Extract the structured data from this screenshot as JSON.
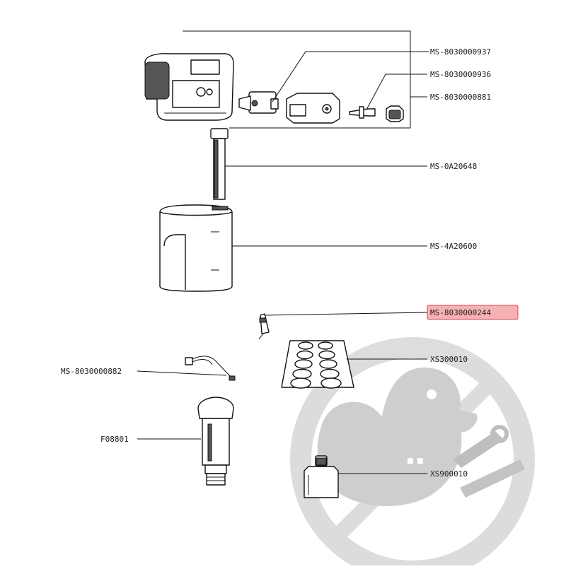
{
  "diagram": {
    "colors": {
      "line": "#111111",
      "highlight_fill": "#f6b1b4",
      "highlight_border": "#e0484f",
      "watermark": "#d4d4d4"
    },
    "watermark_icon": "duck-with-wrench-logo-icon",
    "part_labels": [
      {
        "id": "p1",
        "text": "MS-8030000937"
      },
      {
        "id": "p2",
        "text": "MS-8030000936"
      },
      {
        "id": "p3",
        "text": "MS-8030000881"
      },
      {
        "id": "p4",
        "text": "MS-0A20648"
      },
      {
        "id": "p5",
        "text": "MS-4A20600"
      },
      {
        "id": "p6",
        "text": "MS-8030000244",
        "highlighted": true
      },
      {
        "id": "p7",
        "text": "XS300010"
      },
      {
        "id": "p8",
        "text": "MS-8030000882"
      },
      {
        "id": "p9",
        "text": "F08801"
      },
      {
        "id": "p10",
        "text": "XS900010"
      }
    ]
  }
}
